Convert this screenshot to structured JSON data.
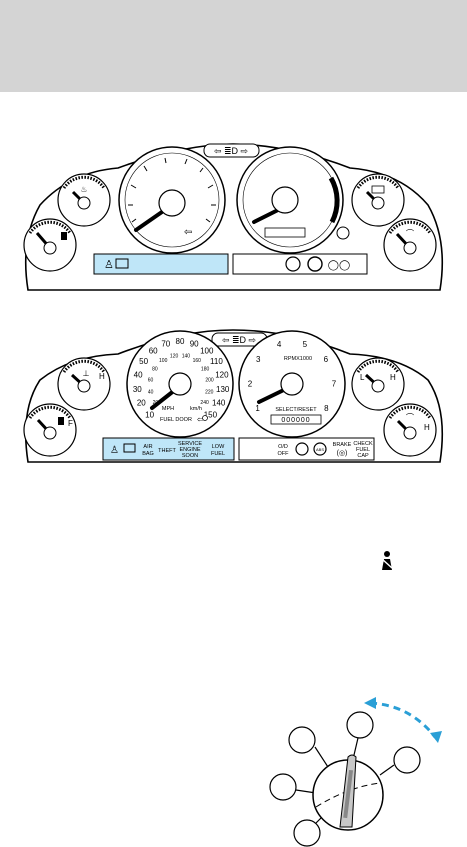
{
  "cluster_basic": {
    "title": "",
    "warning_panel_color": "#bfe6f8"
  },
  "cluster_gt": {
    "speedo_outer_ticks": [
      "10",
      "20",
      "30",
      "40",
      "50",
      "60",
      "70",
      "80",
      "90",
      "100",
      "110",
      "120",
      "130",
      "140",
      "150"
    ],
    "speedo_kmh_ticks": [
      "20",
      "40",
      "60",
      "80",
      "100",
      "120",
      "140",
      "160",
      "180",
      "200",
      "220",
      "240"
    ],
    "speedo_unit": "MPH",
    "speedo_unit_metric": "km/h",
    "fuel_door": "FUEL DOOR",
    "tach_ticks": [
      "1",
      "2",
      "3",
      "4",
      "5",
      "6",
      "7",
      "8"
    ],
    "tach_unit": "RPMX1000",
    "select_reset": "SELECT/RESET",
    "odometer": "000000",
    "fuel_gauge": "F",
    "temp_gauge": "H",
    "volt_gauge_low": "L",
    "volt_gauge_high": "H",
    "oil_gauge": "H",
    "warning_lights": {
      "airbag": "AIR BAG",
      "theft": "THEFT",
      "service_engine": [
        "SERVICE",
        "ENGINE",
        "SOON"
      ],
      "low_fuel": [
        "LOW",
        "FUEL"
      ],
      "od_off": [
        "O/D",
        "OFF"
      ],
      "abs": "ABS",
      "brake": "BRAKE",
      "check_fuel_cap": [
        "CHECK",
        "FUEL",
        "CAP"
      ]
    },
    "warning_panel_color": "#bfe6f8"
  },
  "icons": {
    "seatbelt_symbol": "seatbelt-icon",
    "ignition_arrow": "double-arrow-icon"
  }
}
